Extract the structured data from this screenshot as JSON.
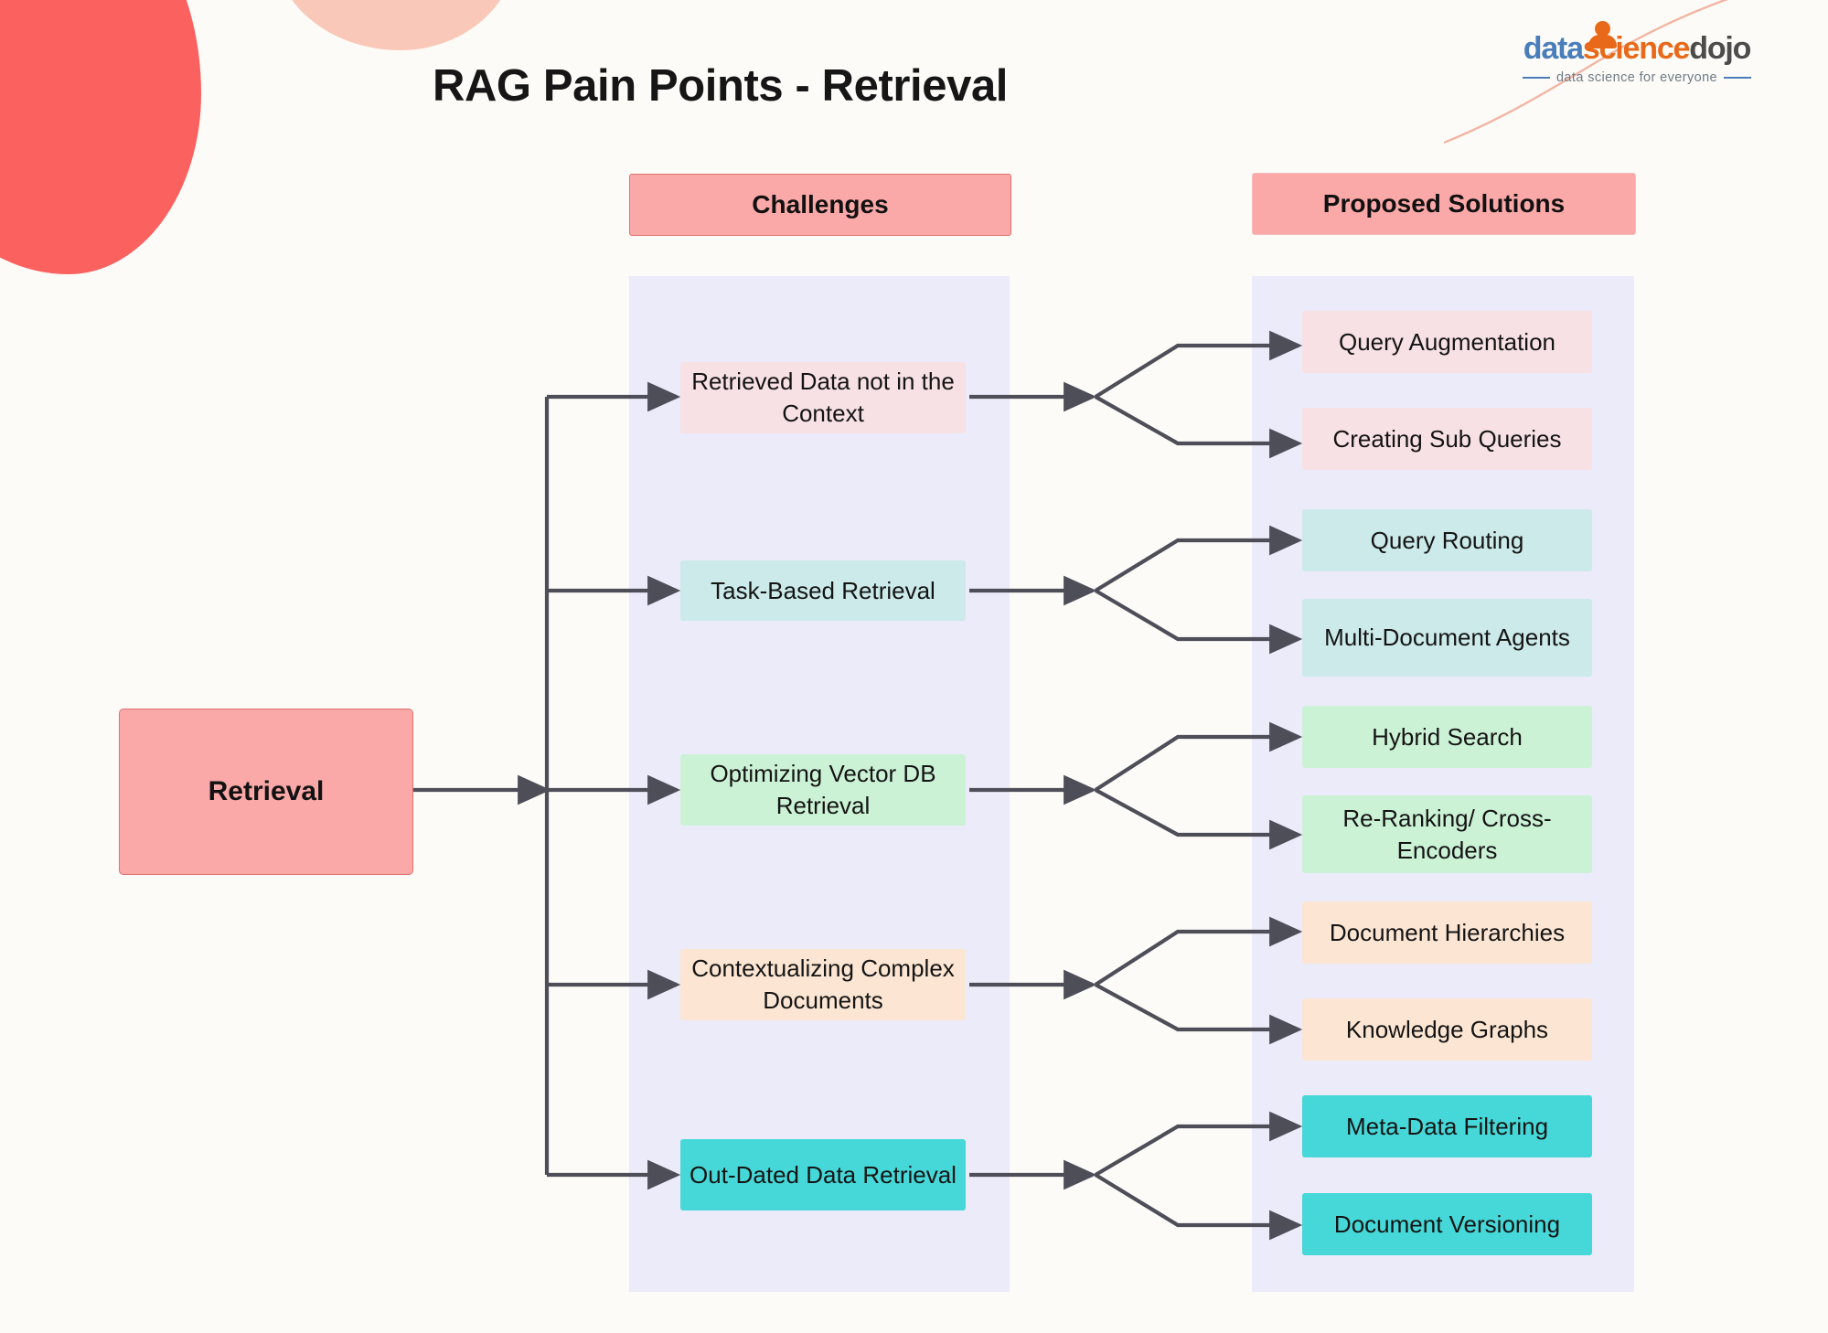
{
  "page": {
    "title": "RAG Pain Points - Retrieval",
    "background_color": "#FDFBF7"
  },
  "logo": {
    "part1": "data",
    "part2": "science",
    "part3": "dojo",
    "tagline": "data science for everyone",
    "colors": {
      "data": "#4A7EBB",
      "science": "#E8691A",
      "dojo": "#4C4C4C",
      "tagline": "#6E7B86"
    }
  },
  "headers": {
    "challenges": "Challenges",
    "solutions": "Proposed Solutions",
    "color": "#FBA8A8"
  },
  "root": {
    "label": "Retrieval",
    "color": "#FBA8A8"
  },
  "chart_data": {
    "type": "diagram",
    "title": "RAG Pain Points - Retrieval",
    "layout": "left-to-right tree: root -> 5 challenges -> 2 solutions each",
    "columns": [
      "Challenges",
      "Proposed Solutions"
    ],
    "root": "Retrieval",
    "branches": [
      {
        "challenge": "Retrieved Data not in the Context",
        "challenge_color": "#F7E1E5",
        "solutions": [
          "Query Augmentation",
          "Creating Sub Queries"
        ],
        "solution_color": "#F7E1E5"
      },
      {
        "challenge": "Task-Based Retrieval",
        "challenge_color": "#CCEAEA",
        "solutions": [
          "Query Routing",
          "Multi-Document Agents"
        ],
        "solution_color": "#CCEAEA"
      },
      {
        "challenge": "Optimizing Vector DB Retrieval",
        "challenge_color": "#CCF2D6",
        "solutions": [
          "Hybrid Search",
          "Re-Ranking/ Cross-Encoders"
        ],
        "solution_color": "#CCF2D6"
      },
      {
        "challenge": "Contextualizing Complex Documents",
        "challenge_color": "#FCE6D3",
        "solutions": [
          "Document Hierarchies",
          "Knowledge Graphs"
        ],
        "solution_color": "#FCE6D3"
      },
      {
        "challenge": "Out-Dated Data Retrieval",
        "challenge_color": "#46D8D8",
        "solutions": [
          "Meta-Data Filtering",
          "Document Versioning"
        ],
        "solution_color": "#46D8D8"
      }
    ],
    "connector_color": "#4E4E59",
    "lane_background": "#EBEBFA"
  },
  "challenges": [
    {
      "label": "Retrieved Data not in the Context",
      "color": "#F7E1E5"
    },
    {
      "label": "Task-Based Retrieval",
      "color": "#CCEAEA"
    },
    {
      "label": "Optimizing Vector DB Retrieval",
      "color": "#CCF2D6"
    },
    {
      "label": "Contextualizing Complex Documents",
      "color": "#FCE6D3"
    },
    {
      "label": "Out-Dated Data Retrieval",
      "color": "#46D8D8"
    }
  ],
  "solutions": [
    {
      "label": "Query Augmentation",
      "color": "#F7E1E5"
    },
    {
      "label": "Creating Sub Queries",
      "color": "#F7E1E5"
    },
    {
      "label": "Query Routing",
      "color": "#CCEAEA"
    },
    {
      "label": "Multi-Document Agents",
      "color": "#CCEAEA"
    },
    {
      "label": "Hybrid Search",
      "color": "#CCF2D6"
    },
    {
      "label": "Re-Ranking/ Cross-Encoders",
      "color": "#CCF2D6"
    },
    {
      "label": "Document Hierarchies",
      "color": "#FCE6D3"
    },
    {
      "label": "Knowledge Graphs",
      "color": "#FCE6D3"
    },
    {
      "label": "Meta-Data Filtering",
      "color": "#46D8D8"
    },
    {
      "label": "Document Versioning",
      "color": "#46D8D8"
    }
  ]
}
